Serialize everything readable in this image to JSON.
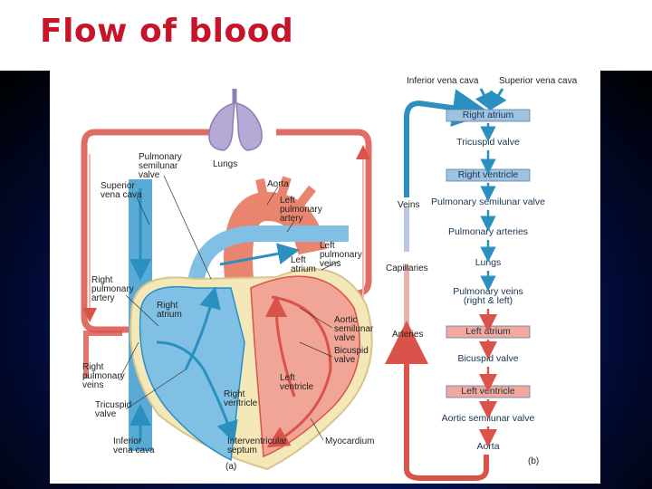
{
  "slide": {
    "title": "Flow of blood"
  },
  "heart_labels": {
    "lungs": "Lungs",
    "pulm_semilunar": [
      "Pulmonary",
      "semilunar",
      "valve"
    ],
    "sup_vena_cava": [
      "Superior",
      "vena cava"
    ],
    "aorta": "Aorta",
    "left_pulm_artery": [
      "Left",
      "pulmonary",
      "artery"
    ],
    "left_pulm_veins": [
      "Left",
      "pulmonary",
      "veins"
    ],
    "left_atrium": [
      "Left",
      "atrium"
    ],
    "right_pulm_artery": [
      "Right",
      "pulmonary",
      "artery"
    ],
    "right_atrium": [
      "Right",
      "atrium"
    ],
    "aortic_semilunar": [
      "Aortic",
      "semilunar",
      "valve"
    ],
    "bicuspid": [
      "Bicuspid",
      "valve"
    ],
    "right_pulm_veins": [
      "Right",
      "pulmonary",
      "veins"
    ],
    "left_ventricle": [
      "Left",
      "ventricle"
    ],
    "tricuspid": [
      "Tricuspid",
      "valve"
    ],
    "right_ventricle": [
      "Right",
      "ventricle"
    ],
    "inf_vena_cava": [
      "Inferior",
      "vena cava"
    ],
    "interventricular": [
      "Interventricular",
      "septum"
    ],
    "myocardium": "Myocardium",
    "panel_a": "(a)"
  },
  "flow": {
    "top_left": "Inferior vena cava",
    "top_right": "Superior vena cava",
    "steps": [
      {
        "text": "Right atrium",
        "boxed": true,
        "color": "#9ec3e0"
      },
      {
        "text": "Tricuspid valve",
        "boxed": false
      },
      {
        "text": "Right ventricle",
        "boxed": true,
        "color": "#9ec3e0"
      },
      {
        "text": "Pulmonary semilunar valve",
        "boxed": false
      },
      {
        "text": "Pulmonary arteries",
        "boxed": false
      },
      {
        "text": "Lungs",
        "boxed": false
      },
      {
        "text": "Pulmonary veins",
        "boxed": false
      },
      {
        "text": "(right & left)",
        "boxed": false
      },
      {
        "text": "Left atrium",
        "boxed": true,
        "color": "#f2a89c"
      },
      {
        "text": "Bicuspid valve",
        "boxed": false
      },
      {
        "text": "Left ventricle",
        "boxed": true,
        "color": "#f2a89c"
      },
      {
        "text": "Aortic semilunar valve",
        "boxed": false
      },
      {
        "text": "Aorta",
        "boxed": false
      }
    ],
    "side_labels": {
      "veins": "Veins",
      "capillaries": "Capillaries",
      "arteries": "Arteries"
    },
    "panel_b": "(b)"
  },
  "colors": {
    "title": "#c8142a",
    "oxygen_poor": "#2b8fc0",
    "oxygen_rich": "#d9534a",
    "box_blue": "#9ec3e0",
    "box_red": "#f2a89c"
  }
}
